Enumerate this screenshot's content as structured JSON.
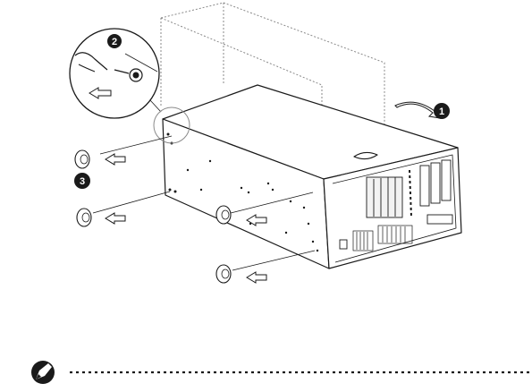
{
  "figure": {
    "callouts": [
      "1",
      "2",
      "3"
    ],
    "note_icon": "pen-note-icon",
    "colors": {
      "line": "#1a1a1a",
      "dashed": "#8a8a8a",
      "background": "#ffffff"
    }
  }
}
